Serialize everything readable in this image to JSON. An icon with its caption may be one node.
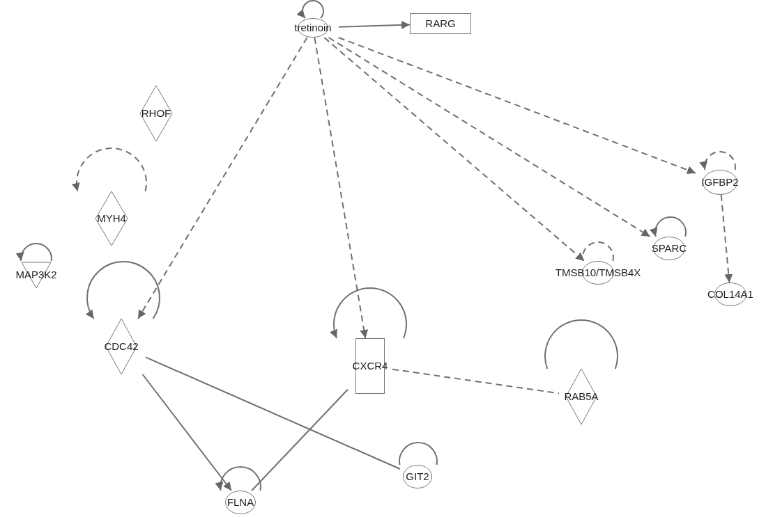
{
  "diagram": {
    "nodes": [
      {
        "text": [
          "tretinoin"
        ]
      },
      {
        "text": [
          "RARG"
        ]
      },
      {
        "text": [
          "RHOF"
        ]
      },
      {
        "text": [
          "MYH4"
        ]
      },
      {
        "text": [
          "MAP3K2"
        ]
      },
      {
        "text": [
          "IGFBP2"
        ]
      },
      {
        "text": [
          "SPARC"
        ]
      },
      {
        "text": [
          "TMSB10/TMSB4X"
        ]
      },
      {
        "text": [
          "COL14A1"
        ]
      },
      {
        "text": [
          "CDC42"
        ]
      },
      {
        "text": [
          "CXCR4"
        ]
      },
      {
        "text": [
          "RAB5A"
        ]
      },
      {
        "text": [
          "GIT2"
        ]
      },
      {
        "text": [
          "FLNA"
        ]
      }
    ],
    "edges": [
      {
        "from": 0,
        "to": 0,
        "arrow": "to"
      },
      {
        "from": 0,
        "to": 1,
        "arrow": "to"
      },
      {
        "from": 0,
        "to": 9,
        "arrow": "to",
        "style": "dashed"
      },
      {
        "from": 0,
        "to": 10,
        "arrow": "to",
        "style": "dashed"
      },
      {
        "from": 0,
        "to": 7,
        "arrow": "to",
        "style": "dashed"
      },
      {
        "from": 0,
        "to": 6,
        "arrow": "to",
        "style": "dashed"
      },
      {
        "from": 0,
        "to": 5,
        "arrow": "to",
        "style": "dashed"
      },
      {
        "from": 3,
        "to": 3,
        "arrow": "to",
        "style": "dashed"
      },
      {
        "from": 4,
        "to": 4,
        "arrow": "to"
      },
      {
        "from": 5,
        "to": 5,
        "arrow": "to",
        "style": "dashed"
      },
      {
        "from": 5,
        "to": 8,
        "arrow": "to",
        "style": "dashed"
      },
      {
        "from": 6,
        "to": 6,
        "arrow": "to"
      },
      {
        "from": 7,
        "to": 7,
        "arrow": "none",
        "style": "dashed"
      },
      {
        "from": 9,
        "to": 9,
        "arrow": "to"
      },
      {
        "from": 10,
        "to": 10,
        "arrow": "to"
      },
      {
        "from": 11,
        "to": 11,
        "arrow": "none"
      },
      {
        "from": 10,
        "to": 11,
        "arrow": "none",
        "style": "dashed"
      },
      {
        "from": 9,
        "to": 13,
        "arrow": "to"
      },
      {
        "from": 9,
        "to": 12,
        "arrow": "none"
      },
      {
        "from": 10,
        "to": 13,
        "arrow": "none"
      },
      {
        "from": 12,
        "to": 12,
        "arrow": "none"
      },
      {
        "from": 13,
        "to": 13,
        "arrow": "to"
      }
    ]
  }
}
